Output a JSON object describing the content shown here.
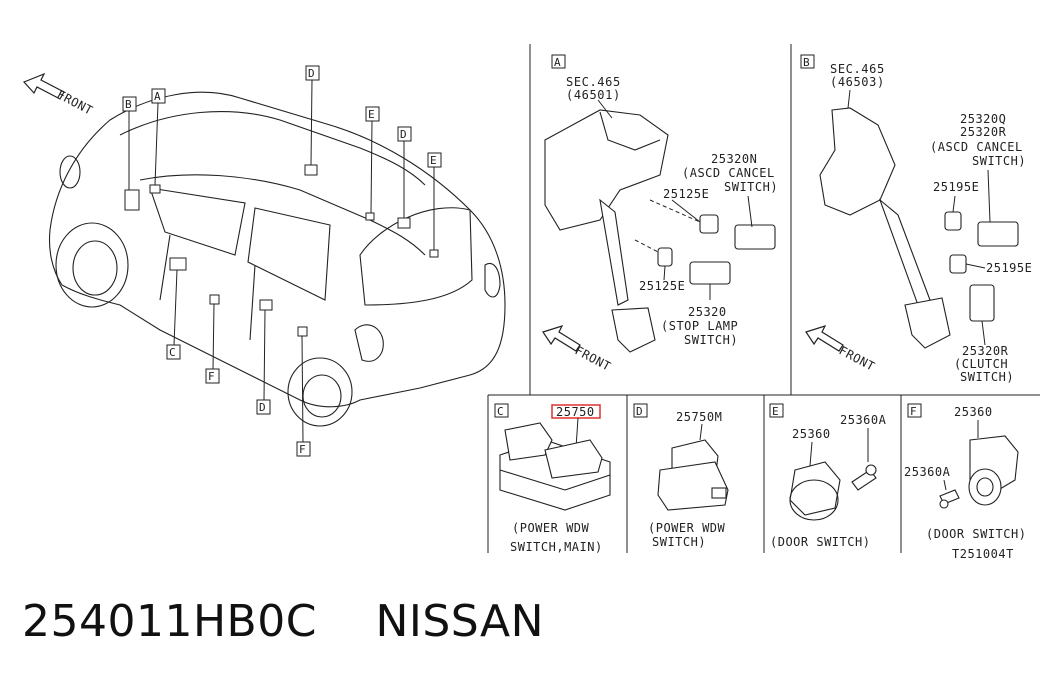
{
  "footer": {
    "part_number": "254011HB0C",
    "brand": "NISSAN"
  },
  "drawing_code": "T251004T",
  "front_label": "FRONT",
  "car_callouts": [
    "A",
    "B",
    "C",
    "D",
    "E",
    "F"
  ],
  "panel_A": {
    "letter": "A",
    "sec": "SEC.465",
    "sec_sub": "(46501)",
    "p1": "25320N",
    "p1_d1": "(ASCD CANCEL",
    "p1_d2": "SWITCH)",
    "p2a": "25125E",
    "p2b": "25125E",
    "p3": "25320",
    "p3_d1": "(STOP LAMP",
    "p3_d2": "SWITCH)"
  },
  "panel_B": {
    "letter": "B",
    "sec": "SEC.465",
    "sec_sub": "(46503)",
    "p1a": "25320Q",
    "p1b": "25320R",
    "p1_d1": "(ASCD CANCEL",
    "p1_d2": "SWITCH)",
    "p2a": "25195E",
    "p2b": "25195E",
    "p3": "25320R",
    "p3_d1": "(CLUTCH",
    "p3_d2": "SWITCH)"
  },
  "panel_C": {
    "letter": "C",
    "part": "25750",
    "d1": "(POWER WDW",
    "d2": "SWITCH,MAIN)"
  },
  "panel_D": {
    "letter": "D",
    "part": "25750M",
    "d1": "(POWER WDW",
    "d2": "SWITCH)"
  },
  "panel_E": {
    "letter": "E",
    "part1": "25360",
    "part2": "25360A",
    "d1": "(DOOR SWITCH)"
  },
  "panel_F": {
    "letter": "F",
    "part1": "25360",
    "part2": "25360A",
    "d1": "(DOOR SWITCH)"
  },
  "colors": {
    "line": "#222222",
    "highlight": "#e03030"
  }
}
